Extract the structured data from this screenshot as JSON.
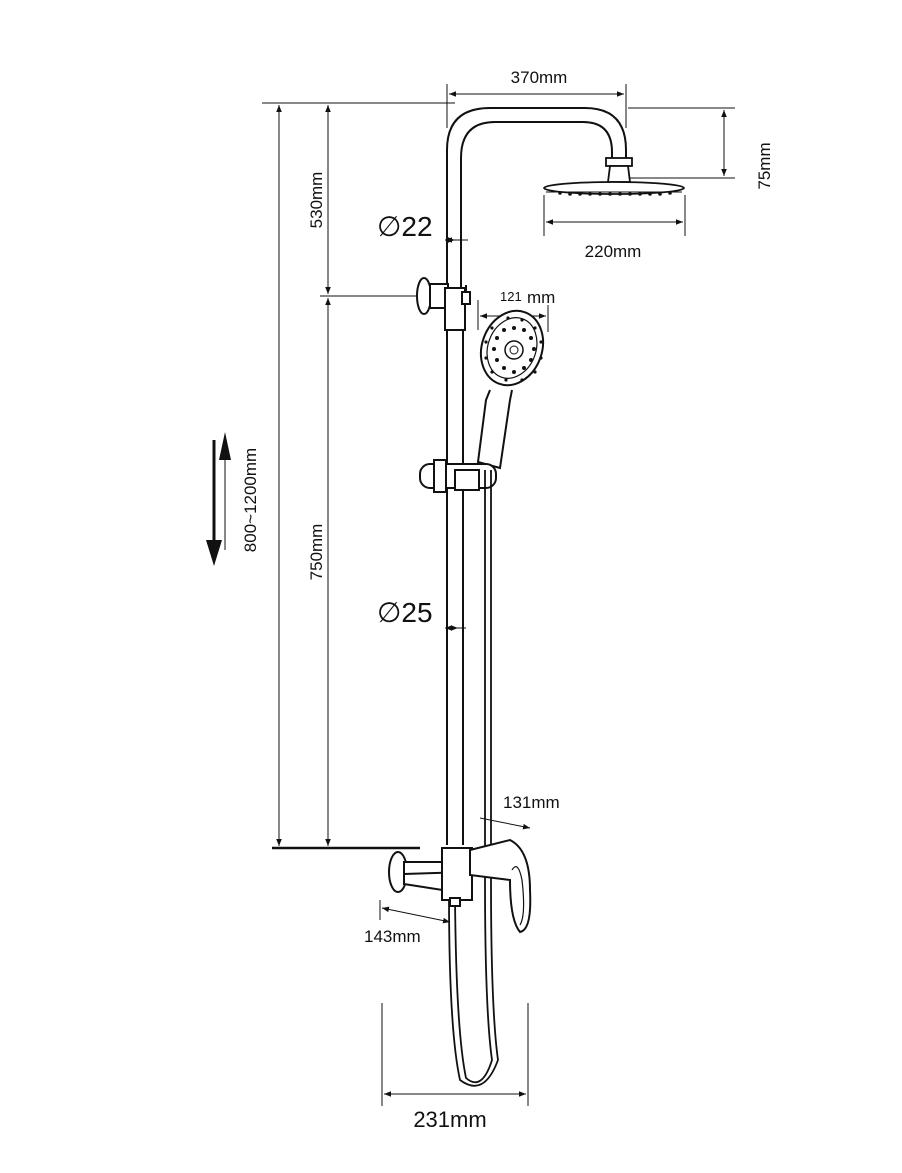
{
  "diagram": {
    "labels": {
      "top_arm_width": "370mm",
      "head_height": "75mm",
      "head_diameter": "220mm",
      "upper_pipe_length": "530mm",
      "upper_pipe_diameter": "∅22",
      "hand_shower_diameter_num": "121",
      "hand_shower_diameter_unit": "mm",
      "adjustable_height": "800~1200mm",
      "lower_pipe_length": "750mm",
      "lower_pipe_diameter": "∅25",
      "mixer_depth": "131mm",
      "spout_length": "143mm",
      "bottom_width": "231mm"
    },
    "colors": {
      "ink": "#111111",
      "background": "#ffffff"
    }
  }
}
